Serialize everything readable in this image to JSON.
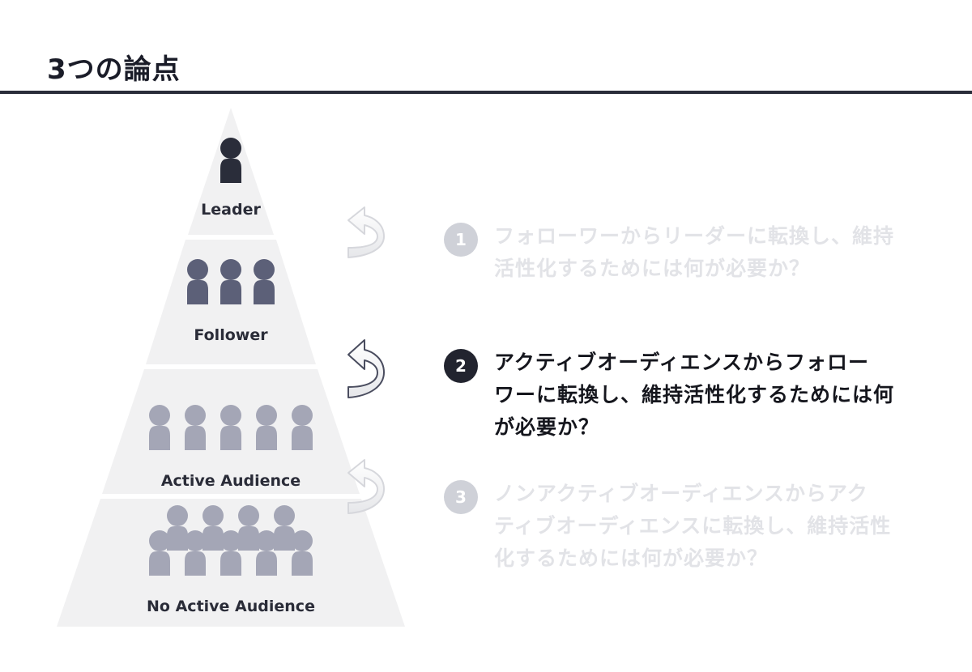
{
  "page": {
    "title": "3つの論点"
  },
  "pyramid": {
    "tiers": [
      {
        "label": "Leader",
        "icon": "person-icon",
        "icon_count": 1,
        "icon_color": "#2a2d3a"
      },
      {
        "label": "Follower",
        "icon": "person-icon",
        "icon_count": 3,
        "icon_color": "#5c6078"
      },
      {
        "label": "Active Audience",
        "icon": "person-icon",
        "icon_count": 5,
        "icon_color": "#a4a6b6"
      },
      {
        "label": "No Active Audience",
        "icon": "person-group-icon",
        "icon_count": 9,
        "icon_color": "#a4a6b6"
      }
    ],
    "background_color": "#f1f1f2"
  },
  "arrows": [
    {
      "icon": "curved-up-arrow-icon",
      "state": "inactive"
    },
    {
      "icon": "curved-up-arrow-icon",
      "state": "active"
    },
    {
      "icon": "curved-up-arrow-icon",
      "state": "inactive"
    }
  ],
  "points": [
    {
      "number": "1",
      "state": "inactive",
      "lines": [
        "フォローワーからリーダーに転換し、維持",
        "活性化するためには何が必要か？"
      ]
    },
    {
      "number": "2",
      "state": "active",
      "lines": [
        "アクティブオーディエンスからフォロー",
        "ワーに転換し、維持活性化するためには何",
        "が必要か？"
      ]
    },
    {
      "number": "3",
      "state": "inactive",
      "lines": [
        "ノンアクティブオーディエンスからアク",
        "ティブオーディエンスに転換し、維持活性",
        "化するためには何が必要か？"
      ]
    }
  ],
  "colors": {
    "active": "#22242f",
    "inactive_badge": "#cfd1d8",
    "inactive_text": "#e2e3e7",
    "rule": "#2a2d3a"
  }
}
